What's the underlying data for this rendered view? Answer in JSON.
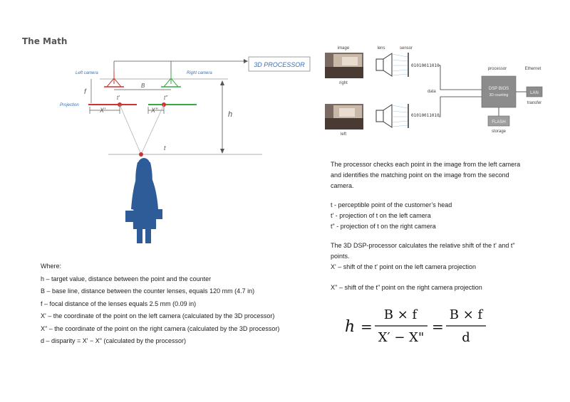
{
  "title": "The Math",
  "stereo_diagram": {
    "processor_label": "3D PROCESSOR",
    "left_camera": "Left camera",
    "right_camera": "Right camera",
    "baseline": "B",
    "focal": "f",
    "t_prime": "t'",
    "t_double": "t\"",
    "projection": "Projection",
    "x_prime": "X'",
    "x_double": "X\"",
    "height": "h",
    "target": "t"
  },
  "pipeline_diagram": {
    "image_header": "image",
    "lens_header": "lens",
    "sensor_header": "sensor",
    "processor_header": "processor",
    "ethernet_header": "Ethernet",
    "right_label": "right",
    "left_label": "left",
    "binary_top": "01010011010",
    "binary_bottom": "01010011010",
    "data_label": "data",
    "dsp_line1": "DSP BIOS",
    "dsp_line2": "3D counting",
    "lan": "LAN",
    "transfer": "transfer",
    "flash": "FLASH",
    "storage": "storage"
  },
  "where": {
    "heading": "Where:",
    "lines": [
      "h – target value, distance between the point and the counter",
      "B – base line, distance between the counter lenses, equals 120 mm (4.7 in)",
      "f – focal distance of the lenses equals 2.5 mm (0.09 in)",
      "X' – the coordinate of the point on the left camera (calculated by the 3D processor)",
      "X\" – the coordinate of the point on the right camera (calculated by the 3D processor)",
      "d – disparity = X' − X\" (calculated by the processor)"
    ]
  },
  "explanation": {
    "para1": [
      "The processor checks each point in the image from the left camera",
      "and identifies the matching point on the image from the second",
      "camera."
    ],
    "definitions": [
      "t - perceptible point of the customer’s head",
      "t' - projection of  t on the left camera",
      "t\" - projection of t on the right camera"
    ],
    "para2": [
      "The 3D DSP-processor calculates the relative shift of the t' and t\"",
      "points.",
      "X' – shift of the t' point on the left camera projection"
    ],
    "para3": "X'' – shift of the t\" point on the right camera projection"
  },
  "formula": {
    "lhs": "h",
    "eq1": "=",
    "num1": "B × f",
    "den1": "X′ − X\"",
    "eq2": "=",
    "num2": "B × f",
    "den2": "d"
  },
  "colors": {
    "red": "#cc3333",
    "green": "#33aa44",
    "blue_label": "#3a6fb5",
    "silhouette": "#2e5c99",
    "dsp_box": "#8c8c8c",
    "flash_box": "#9e9e9e"
  }
}
